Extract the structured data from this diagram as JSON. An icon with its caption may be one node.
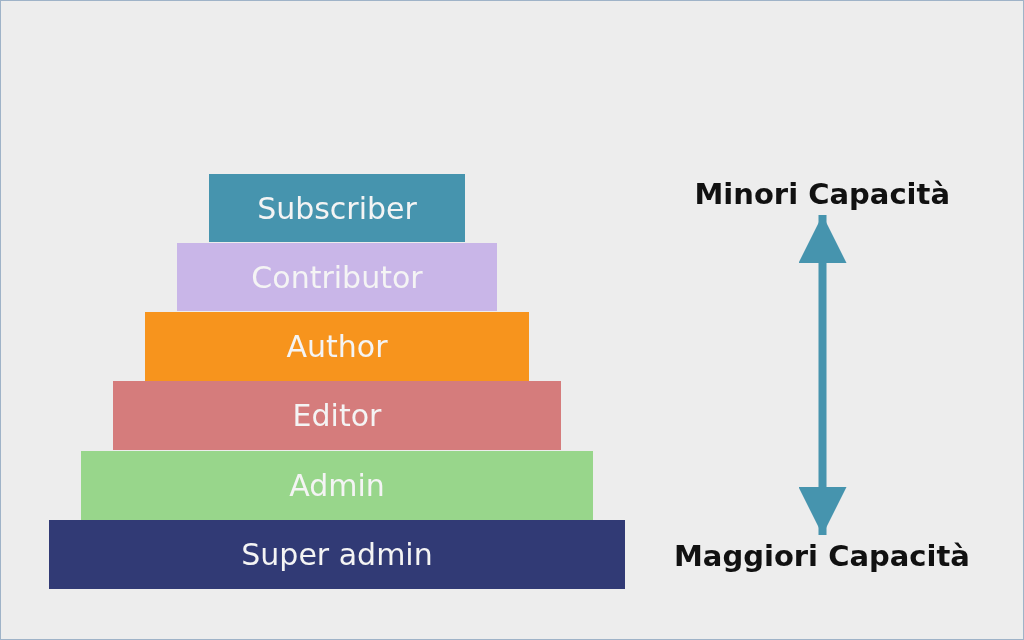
{
  "diagram": {
    "nodes": [
      {
        "text": [
          "Subscriber"
        ]
      },
      {
        "text": [
          "Contributor"
        ]
      },
      {
        "text": [
          "Author"
        ]
      },
      {
        "text": [
          "Editor"
        ]
      },
      {
        "text": [
          "Admin"
        ]
      },
      {
        "text": [
          "Super admin"
        ]
      },
      {
        "text": [
          "Minori Capacità"
        ]
      },
      {
        "text": [
          "Maggiori Capacità"
        ]
      }
    ],
    "edges": [
      {
        "from": 6,
        "to": 7,
        "arrow": "both",
        "color": "#4694ae"
      }
    ]
  }
}
